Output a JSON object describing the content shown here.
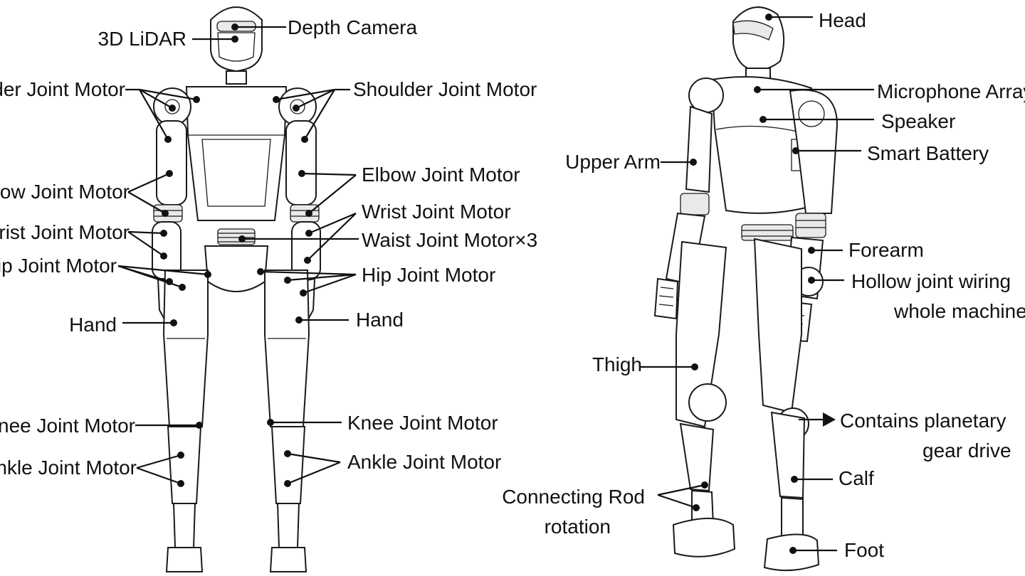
{
  "front_labels": {
    "depth_camera": "Depth Camera",
    "lidar": "3D LiDAR",
    "shoulder_left": "Shoulder Joint Motor",
    "shoulder_right": "Shoulder Joint Motor",
    "elbow_left": "Elbow Joint Motor",
    "elbow_right": "Elbow Joint Motor",
    "wrist_left": "Wrist Joint Motor",
    "wrist_right": "Wrist Joint Motor",
    "waist": "Waist Joint Motor×3",
    "hip_left": "Hip Joint Motor",
    "hip_right": "Hip Joint Motor",
    "hand_left": "Hand",
    "hand_right": "Hand",
    "knee_left": "Knee Joint Motor",
    "knee_right": "Knee Joint Motor",
    "ankle_left": "Ankle Joint Motor",
    "ankle_right": "Ankle Joint Motor"
  },
  "side_labels": {
    "head": "Head",
    "microphone_array": "Microphone Array",
    "speaker": "Speaker",
    "smart_battery": "Smart Battery",
    "upper_arm": "Upper Arm",
    "forearm": "Forearm",
    "hollow_wiring_1": "Hollow joint wiring",
    "hollow_wiring_2": "whole machine",
    "thigh": "Thigh",
    "planetary_1": "Contains planetary",
    "planetary_2": "gear drive",
    "calf": "Calf",
    "connecting_rod_1": "Connecting Rod",
    "connecting_rod_2": "rotation",
    "foot": "Foot"
  }
}
